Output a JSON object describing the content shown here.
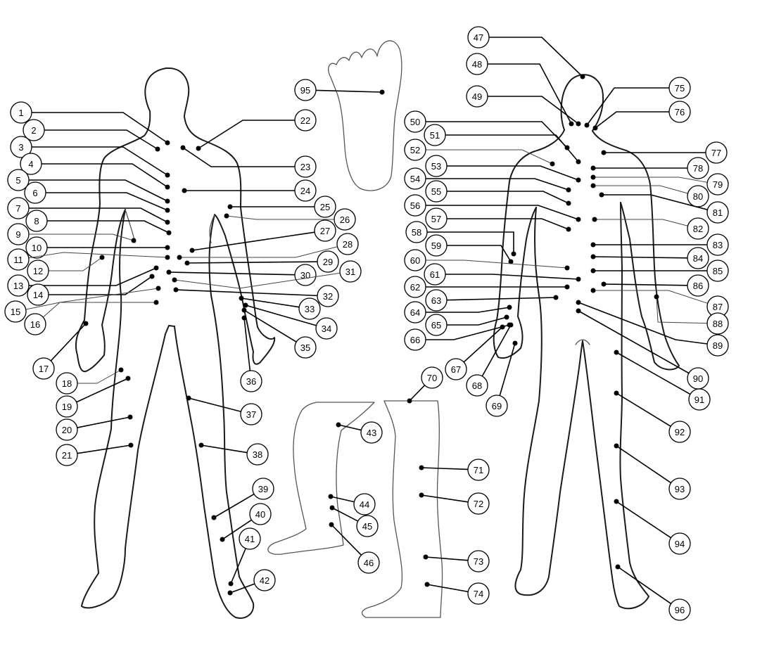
{
  "diagram": {
    "figures": [
      "front-body",
      "foot-sole",
      "foot-side",
      "leg-side",
      "back-body"
    ],
    "markers": [
      {
        "n": "1"
      },
      {
        "n": "2"
      },
      {
        "n": "3"
      },
      {
        "n": "4"
      },
      {
        "n": "5"
      },
      {
        "n": "6"
      },
      {
        "n": "7"
      },
      {
        "n": "8"
      },
      {
        "n": "9"
      },
      {
        "n": "10"
      },
      {
        "n": "11"
      },
      {
        "n": "12"
      },
      {
        "n": "13"
      },
      {
        "n": "14"
      },
      {
        "n": "15"
      },
      {
        "n": "16"
      },
      {
        "n": "17"
      },
      {
        "n": "18"
      },
      {
        "n": "19"
      },
      {
        "n": "20"
      },
      {
        "n": "21"
      },
      {
        "n": "22"
      },
      {
        "n": "23"
      },
      {
        "n": "24"
      },
      {
        "n": "25"
      },
      {
        "n": "26"
      },
      {
        "n": "27"
      },
      {
        "n": "28"
      },
      {
        "n": "29"
      },
      {
        "n": "30"
      },
      {
        "n": "31"
      },
      {
        "n": "32"
      },
      {
        "n": "33"
      },
      {
        "n": "34"
      },
      {
        "n": "35"
      },
      {
        "n": "36"
      },
      {
        "n": "37"
      },
      {
        "n": "38"
      },
      {
        "n": "39"
      },
      {
        "n": "40"
      },
      {
        "n": "41"
      },
      {
        "n": "42"
      },
      {
        "n": "43"
      },
      {
        "n": "44"
      },
      {
        "n": "45"
      },
      {
        "n": "46"
      },
      {
        "n": "47"
      },
      {
        "n": "48"
      },
      {
        "n": "49"
      },
      {
        "n": "50"
      },
      {
        "n": "51"
      },
      {
        "n": "52"
      },
      {
        "n": "53"
      },
      {
        "n": "54"
      },
      {
        "n": "55"
      },
      {
        "n": "56"
      },
      {
        "n": "57"
      },
      {
        "n": "58"
      },
      {
        "n": "59"
      },
      {
        "n": "60"
      },
      {
        "n": "61"
      },
      {
        "n": "62"
      },
      {
        "n": "63"
      },
      {
        "n": "64"
      },
      {
        "n": "65"
      },
      {
        "n": "66"
      },
      {
        "n": "67"
      },
      {
        "n": "68"
      },
      {
        "n": "69"
      },
      {
        "n": "70"
      },
      {
        "n": "71"
      },
      {
        "n": "72"
      },
      {
        "n": "73"
      },
      {
        "n": "74"
      },
      {
        "n": "75"
      },
      {
        "n": "76"
      },
      {
        "n": "77"
      },
      {
        "n": "78"
      },
      {
        "n": "79"
      },
      {
        "n": "80"
      },
      {
        "n": "81"
      },
      {
        "n": "82"
      },
      {
        "n": "83"
      },
      {
        "n": "84"
      },
      {
        "n": "85"
      },
      {
        "n": "86"
      },
      {
        "n": "87"
      },
      {
        "n": "88"
      },
      {
        "n": "89"
      },
      {
        "n": "90"
      },
      {
        "n": "91"
      },
      {
        "n": "92"
      },
      {
        "n": "93"
      },
      {
        "n": "94"
      },
      {
        "n": "95"
      },
      {
        "n": "96"
      }
    ],
    "colors": {
      "line": "#000000",
      "background": "#ffffff"
    }
  }
}
